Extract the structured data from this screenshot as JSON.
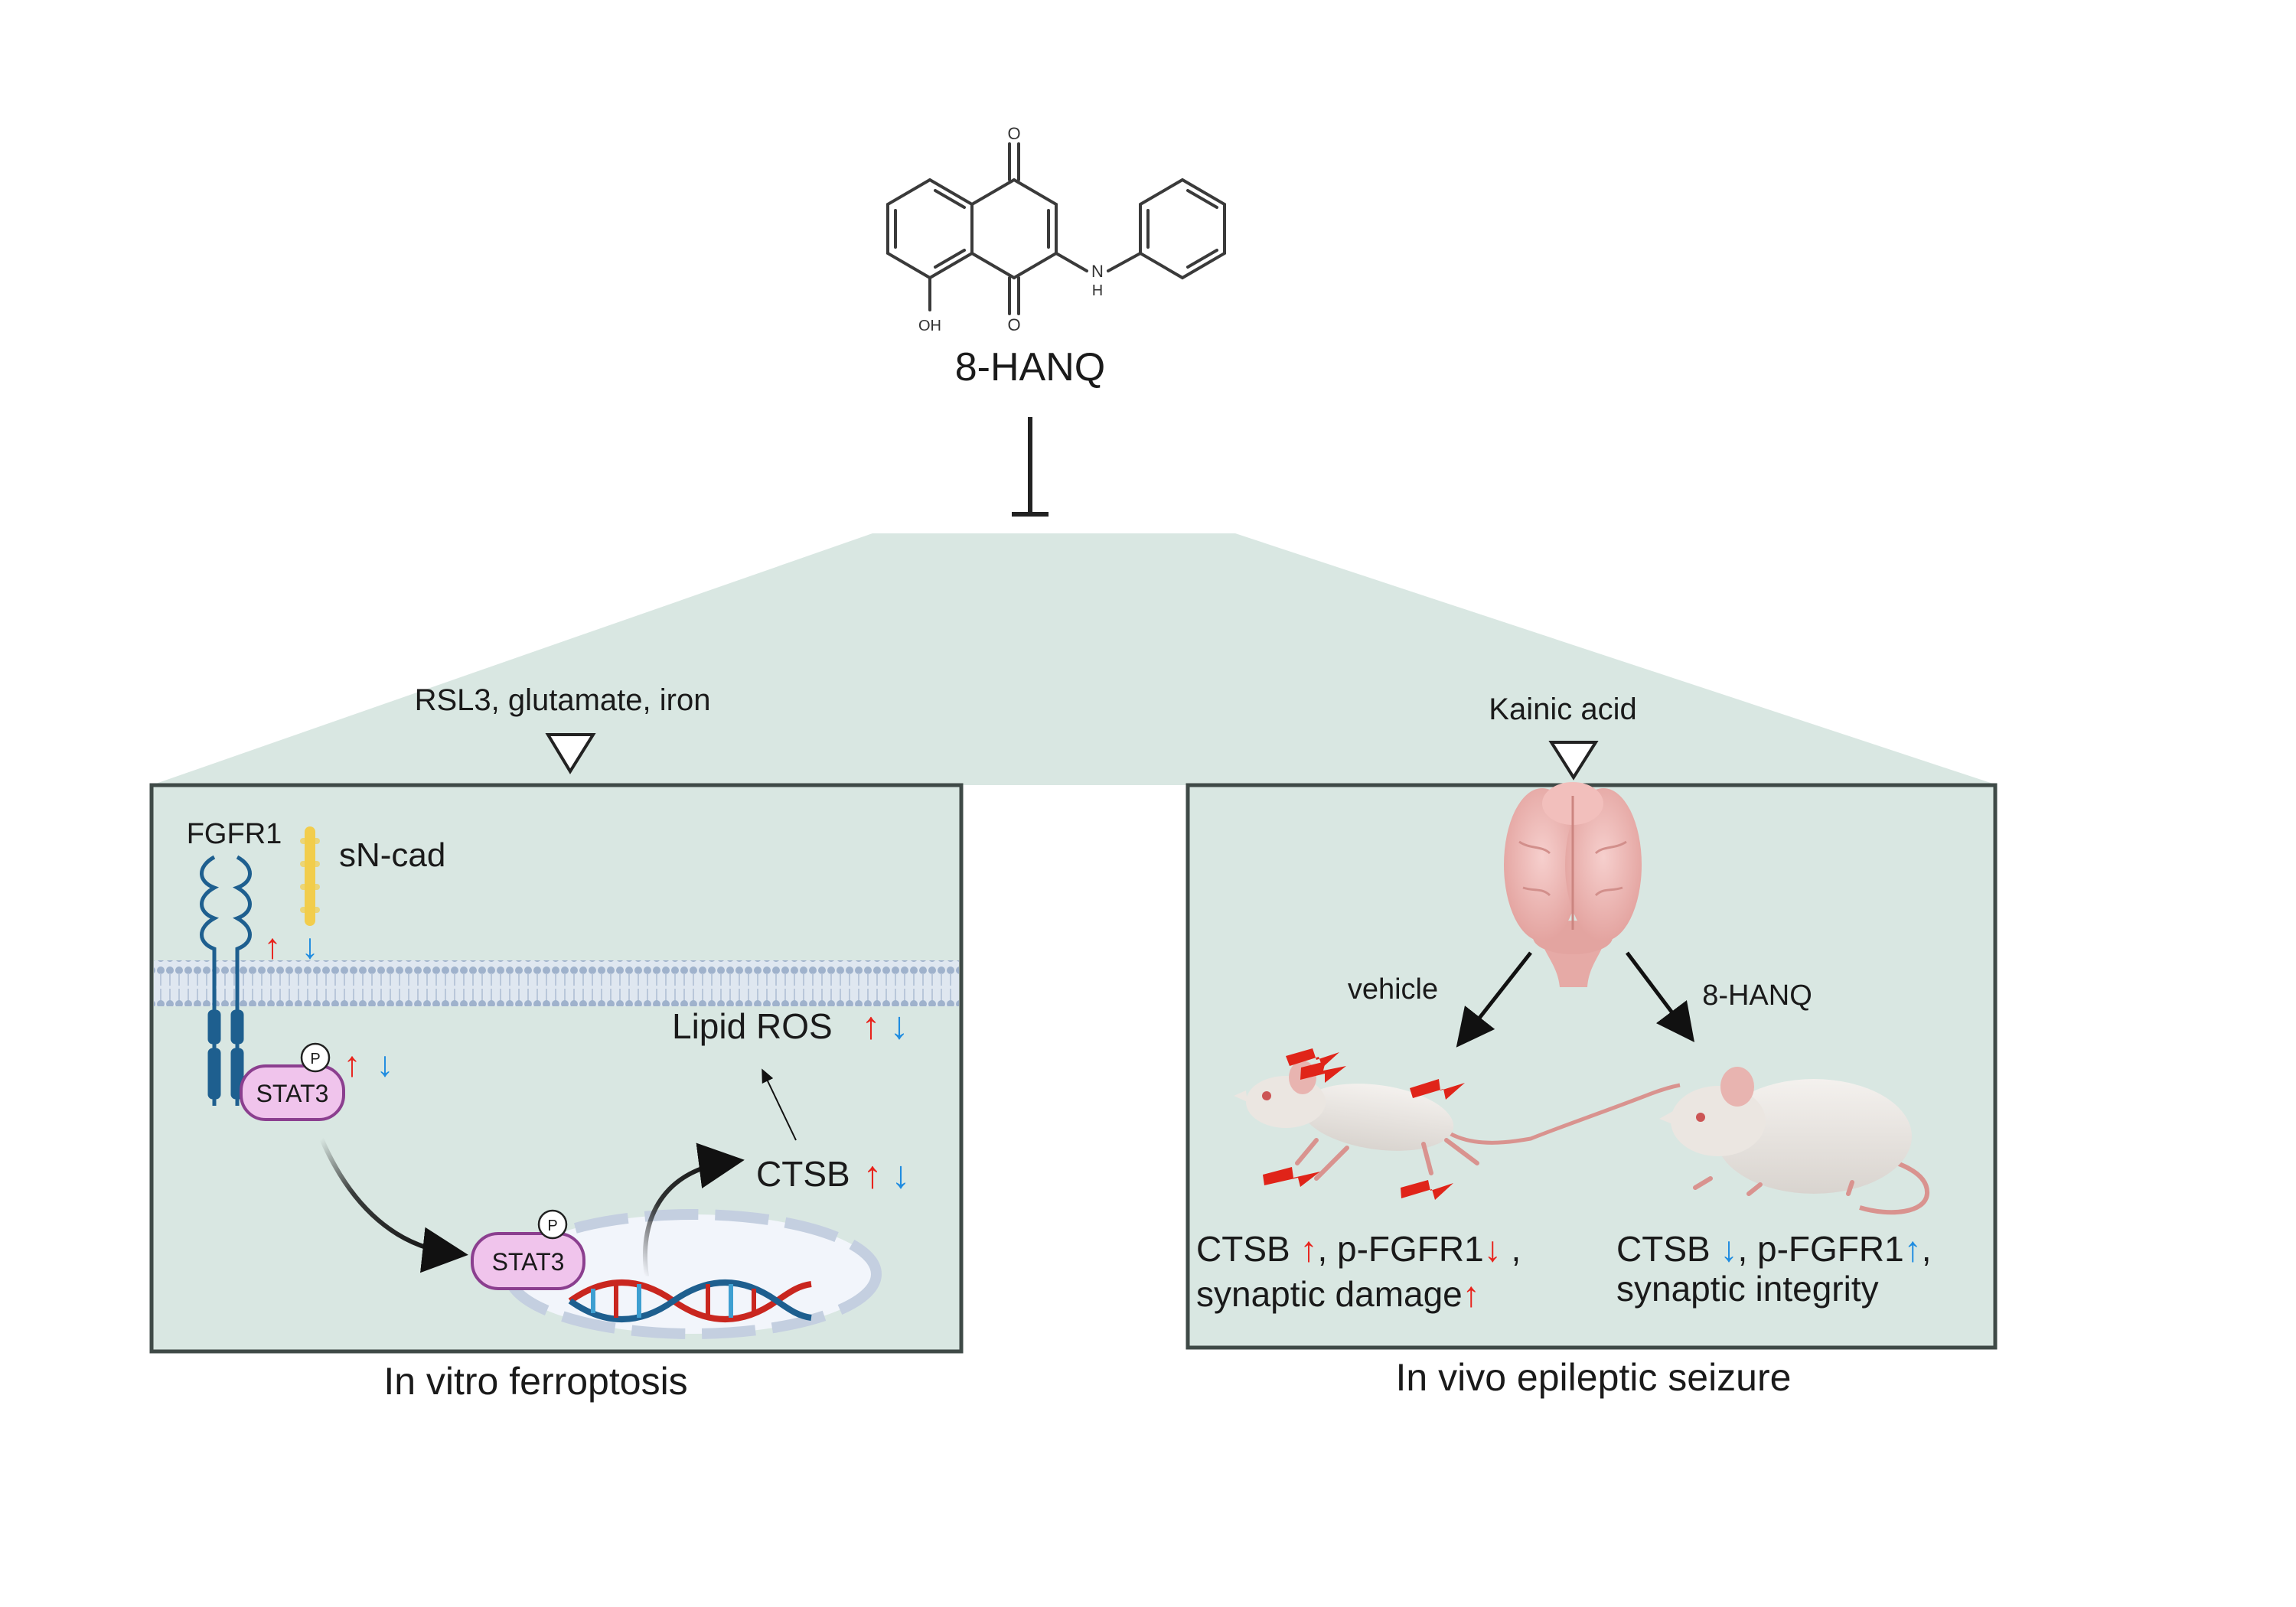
{
  "compound": {
    "name": "8-HANQ",
    "atoms": {
      "oxygen_top": "O",
      "oxygen_bottom": "O",
      "hydroxyl": "OH",
      "amine_n": "N",
      "amine_h": "H"
    }
  },
  "left_panel": {
    "stimulus": "RSL3, glutamate, iron",
    "receptor_label": "FGFR1",
    "sncad_label": "sN-cad",
    "lipid_ros_label": "Lipid ROS",
    "ctsb_label": "CTSB",
    "stat3_label": "STAT3",
    "stat3_nuclear_label": "STAT3",
    "phospho_label": "P",
    "phospho_nuclear_label": "P",
    "caption": "In vitro ferroptosis"
  },
  "right_panel": {
    "stimulus": "Kainic acid",
    "branch_vehicle": "vehicle",
    "branch_treatment": "8-HANQ",
    "vehicle_line1_a": "CTSB ",
    "vehicle_line1_b": ", p-FGFR1",
    "vehicle_line1_c": " ,",
    "vehicle_line2": "synaptic damage",
    "treated_line1_a": "CTSB ",
    "treated_line1_b": ", p-FGFR1",
    "treated_line1_c": ",",
    "treated_line2": "synaptic integrity",
    "caption": "In vivo epileptic seizure"
  },
  "symbols": {
    "up": "↑",
    "down": "↓"
  },
  "colors": {
    "up": "#e8231c",
    "down": "#1f8ce0",
    "panel_fill": "#d9e7e2",
    "panel_border": "#3f4a47",
    "membrane": "#a9b9d1",
    "receptor": "#1e5f8f",
    "stat3_fill": "#f0c4ec",
    "stat3_stroke": "#8b3f8f",
    "sncad": "#f2cd4c"
  }
}
